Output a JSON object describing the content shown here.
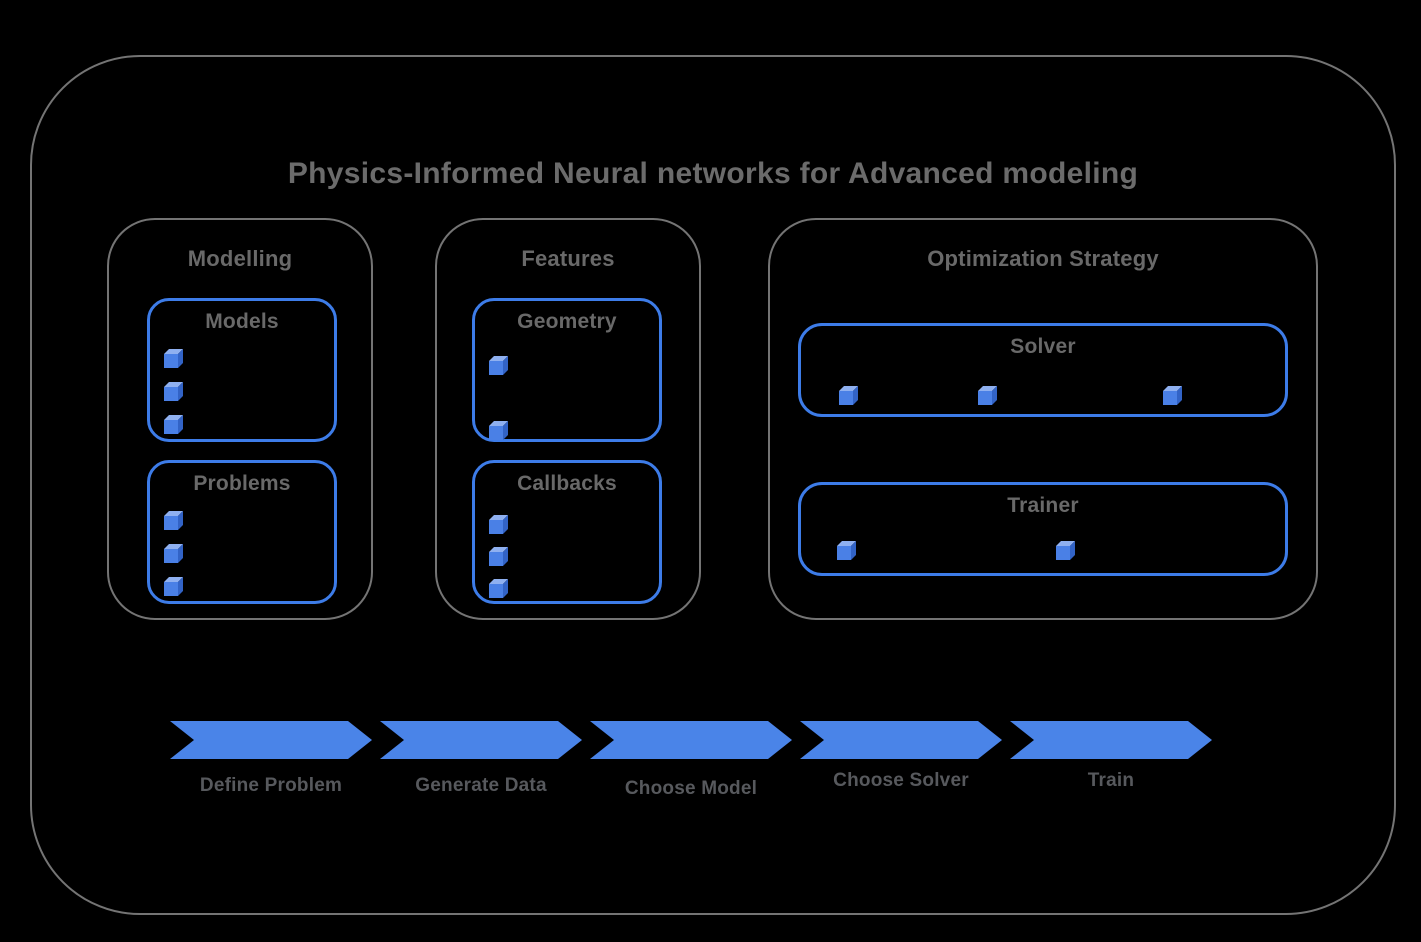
{
  "title": "Physics-Informed Neural networks for Advanced modeling",
  "groups": [
    {
      "label": "Modelling",
      "boxes": [
        {
          "label": "Models",
          "item_count": 3
        },
        {
          "label": "Problems",
          "item_count": 3
        }
      ]
    },
    {
      "label": "Features",
      "boxes": [
        {
          "label": "Geometry",
          "item_count": 2
        },
        {
          "label": "Callbacks",
          "item_count": 3
        }
      ]
    },
    {
      "label": "Optimization Strategy",
      "boxes": [
        {
          "label": "Solver",
          "item_count": 3
        },
        {
          "label": "Trainer",
          "item_count": 2
        }
      ]
    }
  ],
  "flow": {
    "steps": [
      "Define Problem",
      "Generate Data",
      "Choose Model",
      "Choose Solver",
      "Train"
    ]
  },
  "colors": {
    "accent_blue": "#3d7ce8",
    "arrow_blue": "#4a84e8",
    "cube_front": "#4a80e6",
    "cube_top": "#8fb0f0",
    "cube_side": "#3263c6",
    "border_gray": "#747474",
    "title_gray": "#6b6b6b",
    "heading_gray": "#696969",
    "label_gray": "#57595d",
    "background": "#000000"
  }
}
